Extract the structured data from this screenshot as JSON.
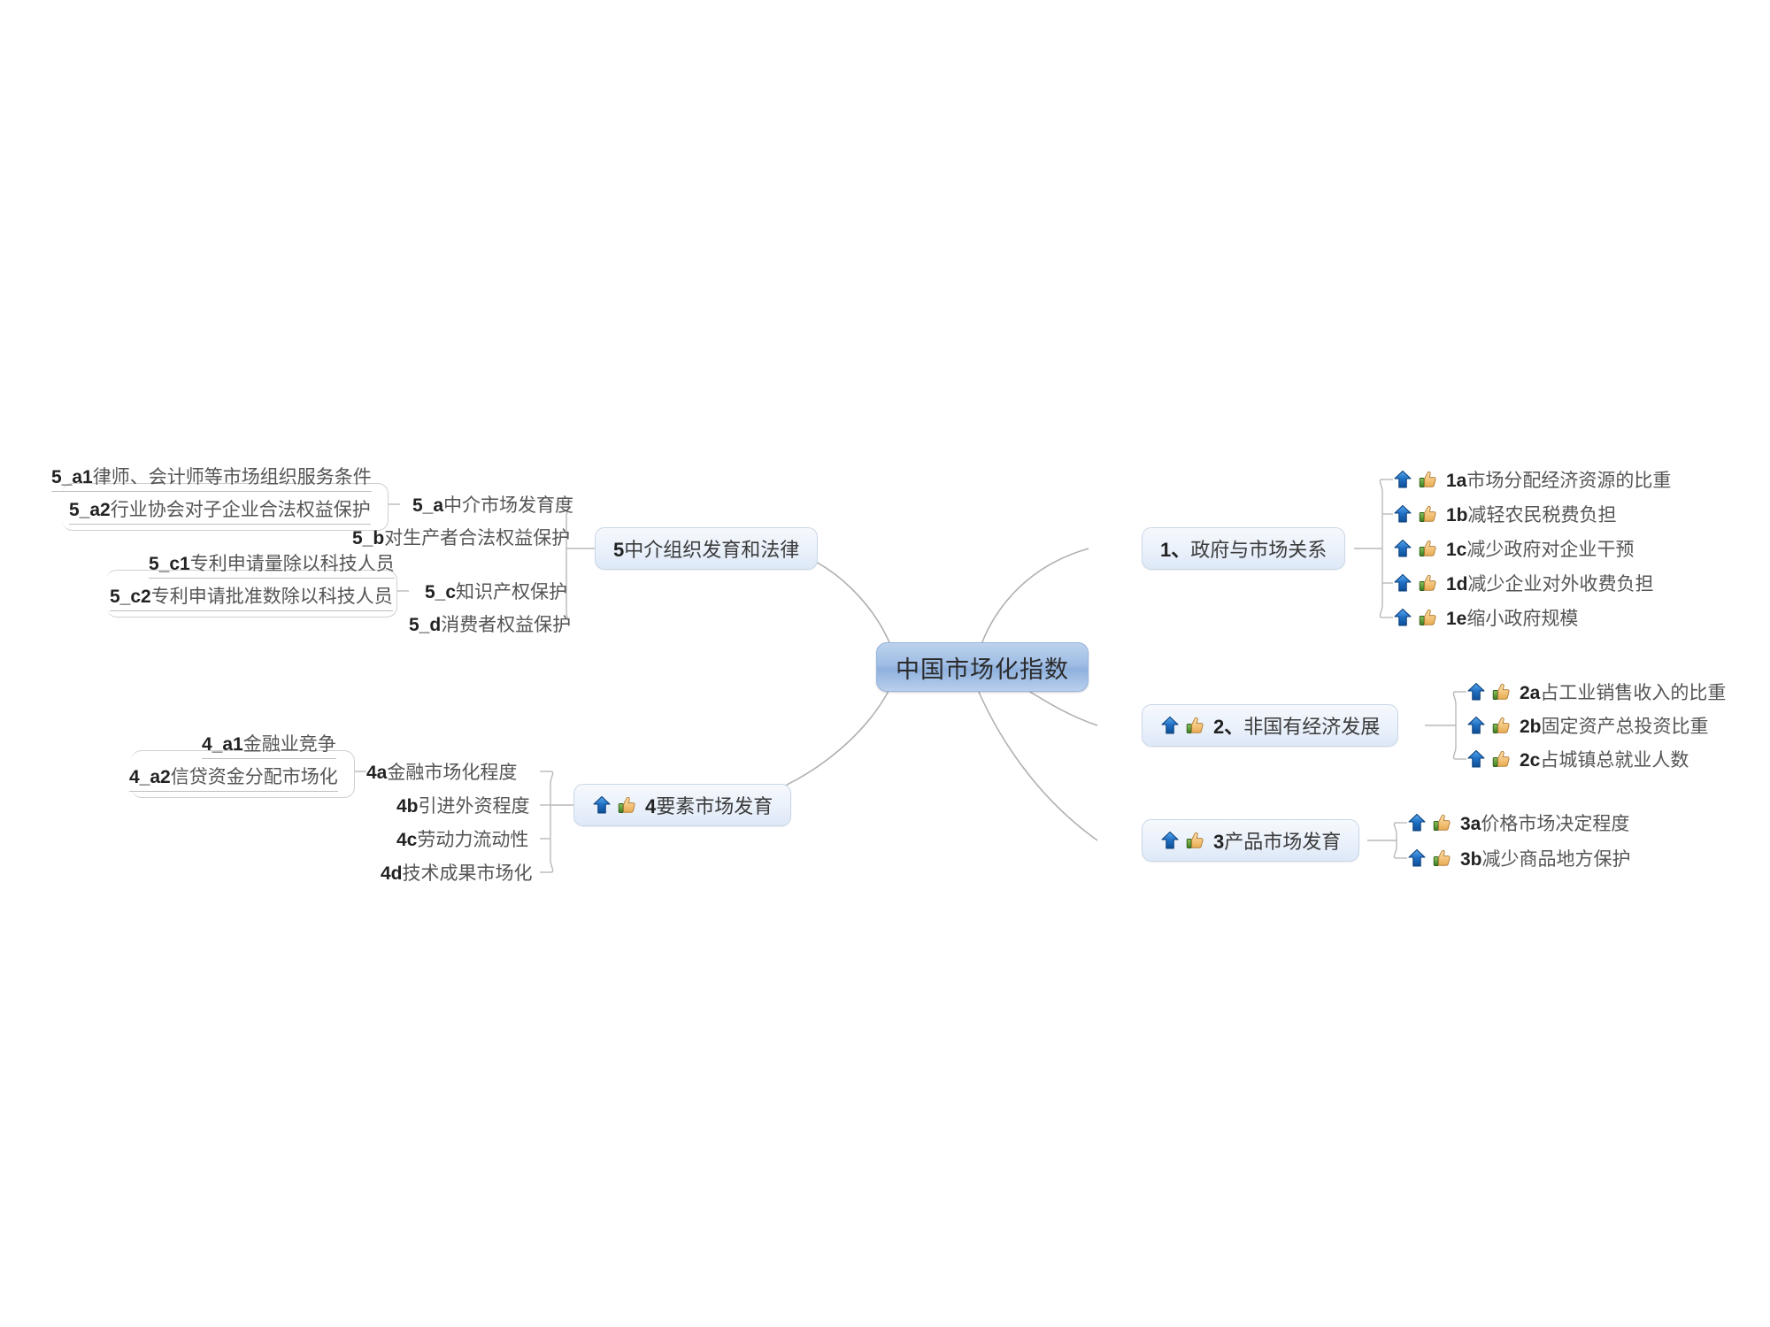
{
  "document": {
    "type": "mind-map",
    "title": "中国市场化指数",
    "background_color": "#ffffff"
  },
  "colors": {
    "root_fill_top": "#bcd2ee",
    "root_fill_bottom": "#8fb1de",
    "branch_fill": "#eaf1fb",
    "branch_border": "#c9d7e8",
    "connector": "#b0b0b0",
    "text": "#555555",
    "text_bold": "#222222",
    "arrow_icon": "#1f6fc4",
    "thumb_icon": "#f0c279",
    "thumb_sleeve": "#4f8a2f"
  },
  "icons": {
    "arrow": "up-arrow-icon",
    "thumb": "thumbs-up-icon"
  },
  "root": {
    "label": "中国市场化指数"
  },
  "branches": [
    {
      "id": "b1",
      "label_code": "1、",
      "label_text": "政府与市场关系",
      "has_icons": false,
      "side": "right",
      "children": [
        {
          "code": "1a",
          "text": "市场分配经济资源的比重",
          "has_icons": true
        },
        {
          "code": "1b",
          "text": "减轻农民税费负担",
          "has_icons": true
        },
        {
          "code": "1c",
          "text": "减少政府对企业干预",
          "has_icons": true
        },
        {
          "code": "1d",
          "text": "减少企业对外收费负担",
          "has_icons": true
        },
        {
          "code": "1e",
          "text": "缩小政府规模",
          "has_icons": true
        }
      ]
    },
    {
      "id": "b2",
      "label_code": "2、",
      "label_text": "非国有经济发展",
      "has_icons": true,
      "side": "right",
      "children": [
        {
          "code": "2a",
          "text": "占工业销售收入的比重",
          "has_icons": true
        },
        {
          "code": "2b",
          "text": "固定资产总投资比重",
          "has_icons": true
        },
        {
          "code": "2c",
          "text": "占城镇总就业人数",
          "has_icons": true
        }
      ]
    },
    {
      "id": "b3",
      "label_code": "3",
      "label_text": "产品市场发育",
      "has_icons": true,
      "side": "right",
      "children": [
        {
          "code": "3a",
          "text": "价格市场决定程度",
          "has_icons": true
        },
        {
          "code": "3b",
          "text": "减少商品地方保护",
          "has_icons": true
        }
      ]
    },
    {
      "id": "b4",
      "label_code": "4",
      "label_text": "要素市场发育",
      "has_icons": true,
      "side": "left",
      "children": [
        {
          "code": "4a",
          "text": "金融市场化程度",
          "has_icons": false,
          "children": [
            {
              "code": "4_a1",
              "text": "金融业竞争"
            },
            {
              "code": "4_a2",
              "text": "信贷资金分配市场化"
            }
          ]
        },
        {
          "code": "4b",
          "text": "引进外资程度",
          "has_icons": false
        },
        {
          "code": "4c",
          "text": "劳动力流动性",
          "has_icons": false
        },
        {
          "code": "4d",
          "text": "技术成果市场化",
          "has_icons": false
        }
      ]
    },
    {
      "id": "b5",
      "label_code": "5",
      "label_text": "中介组织发育和法律",
      "has_icons": false,
      "side": "left",
      "children": [
        {
          "code": "5_a",
          "text": "中介市场发育度",
          "has_icons": false,
          "children": [
            {
              "code": "5_a1",
              "text": "律师、会计师等市场组织服务条件"
            },
            {
              "code": "5_a2",
              "text": "行业协会对子企业合法权益保护"
            }
          ]
        },
        {
          "code": "5_b",
          "text": "对生产者合法权益保护",
          "has_icons": false
        },
        {
          "code": "5_c",
          "text": "知识产权保护",
          "has_icons": false,
          "children": [
            {
              "code": "5_c1",
              "text": "专利申请量除以科技人员"
            },
            {
              "code": "5_c2",
              "text": "专利申请批准数除以科技人员"
            }
          ]
        },
        {
          "code": "5_d",
          "text": "消费者权益保护",
          "has_icons": false
        }
      ]
    }
  ]
}
